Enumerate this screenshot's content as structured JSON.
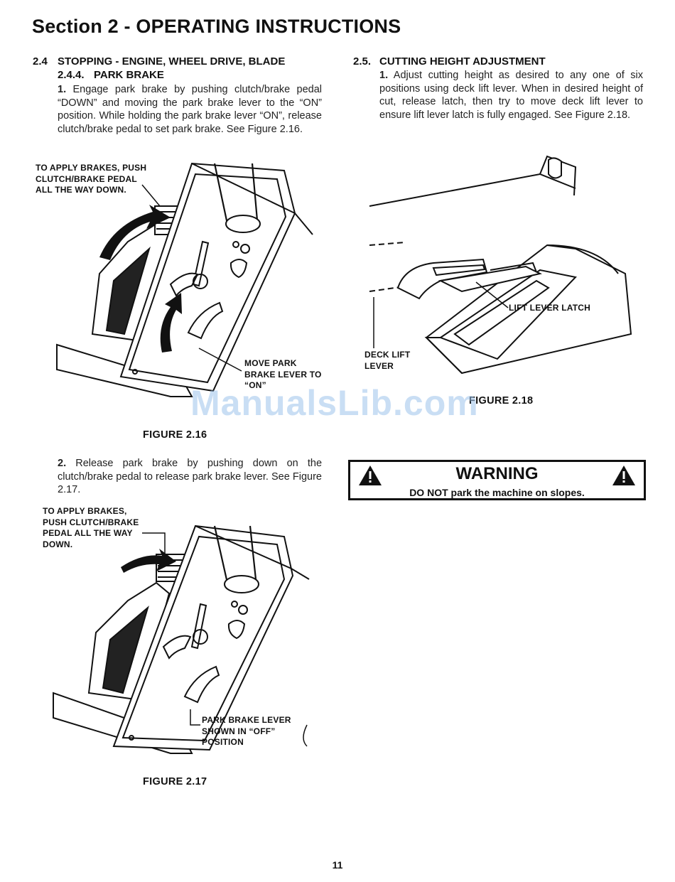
{
  "section_title": "Section 2 - OPERATING INSTRUCTIONS",
  "left": {
    "heading_num": "2.4",
    "heading": "STOPPING - ENGINE, WHEEL DRIVE, BLADE",
    "sub_num": "2.4.4.",
    "sub_heading": "PARK BRAKE",
    "step1_num": "1.",
    "step1_text": "Engage park brake by pushing clutch/brake pedal “DOWN” and moving the park brake lever to the “ON” position. While holding the park brake lever “ON”, release clutch/brake pedal to set park brake. See Figure 2.16.",
    "fig16": {
      "callout_apply_1": "TO APPLY BRAKES, PUSH",
      "callout_apply_2": "CLUTCH/BRAKE PEDAL",
      "callout_apply_3": "ALL THE WAY DOWN.",
      "callout_move_1": "MOVE PARK",
      "callout_move_2": "BRAKE LEVER TO",
      "callout_move_3": "“ON”",
      "caption": "FIGURE 2.16"
    },
    "step2_num": "2.",
    "step2_text": "Release park brake by pushing down on the clutch/brake pedal to release park brake lever. See Figure 2.17.",
    "fig17": {
      "callout_apply_1": "TO APPLY BRAKES,",
      "callout_apply_2": "PUSH CLUTCH/BRAKE",
      "callout_apply_3": "PEDAL ALL THE WAY",
      "callout_apply_4": "DOWN.",
      "callout_off_1": "PARK BRAKE LEVER",
      "callout_off_2": "SHOWN IN “OFF”",
      "callout_off_3": "POSITION",
      "caption": "FIGURE 2.17"
    }
  },
  "right": {
    "heading_num": "2.5.",
    "heading": "CUTTING HEIGHT ADJUSTMENT",
    "step1_num": "1.",
    "step1_text": "Adjust cutting height as desired to any one of six positions using deck lift lever. When in desired height of cut, release latch, then try to move deck lift lever to ensure lift lever latch is fully engaged. See Figure 2.18.",
    "fig18": {
      "callout_latch": "LIFT LEVER LATCH",
      "callout_deck_1": "DECK LIFT",
      "callout_deck_2": "LEVER",
      "caption": "FIGURE 2.18"
    },
    "warning": {
      "title": "WARNING",
      "text": "DO NOT park the machine on slopes."
    }
  },
  "watermark": "ManualsLib.com",
  "page_number": "11"
}
